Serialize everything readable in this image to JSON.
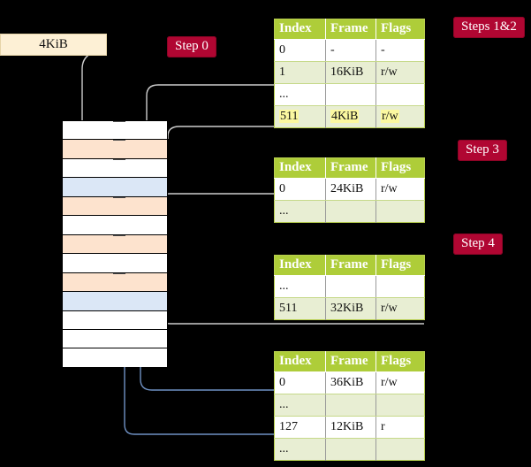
{
  "diagram": {
    "title_hidden": "",
    "source_label": "4KiB",
    "steps": [
      {
        "id": "step0",
        "label": "Step 0"
      },
      {
        "id": "steps12",
        "label": "Steps 1&2"
      },
      {
        "id": "step3",
        "label": "Step 3"
      },
      {
        "id": "step4",
        "label": "Step 4"
      }
    ],
    "memory_rows": [
      {
        "color": "white",
        "tick": true
      },
      {
        "color": "orange",
        "tick": true
      },
      {
        "color": "white",
        "tick": true
      },
      {
        "color": "blue",
        "tick": false
      },
      {
        "color": "orange",
        "tick": true
      },
      {
        "color": "white",
        "tick": false
      },
      {
        "color": "orange",
        "tick": true
      },
      {
        "color": "white",
        "tick": false
      },
      {
        "color": "orange",
        "tick": true
      },
      {
        "color": "blue",
        "tick": false
      },
      {
        "color": "white",
        "tick": false
      },
      {
        "color": "white",
        "tick": false
      },
      {
        "color": "white",
        "tick": false
      }
    ],
    "tables": [
      {
        "id": "table-level4",
        "headers": [
          "Index",
          "Frame",
          "Flags"
        ],
        "rows": [
          {
            "cells": [
              "0",
              "-",
              "-"
            ],
            "alt": false,
            "highlight": false
          },
          {
            "cells": [
              "1",
              "16KiB",
              "r/w"
            ],
            "alt": true,
            "highlight": false
          },
          {
            "cells": [
              "...",
              "",
              ""
            ],
            "alt": false,
            "highlight": false
          },
          {
            "cells": [
              "511",
              "4KiB",
              "r/w"
            ],
            "alt": true,
            "highlight": true
          }
        ]
      },
      {
        "id": "table-level3",
        "headers": [
          "Index",
          "Frame",
          "Flags"
        ],
        "rows": [
          {
            "cells": [
              "0",
              "24KiB",
              "r/w"
            ],
            "alt": false,
            "highlight": false
          },
          {
            "cells": [
              "...",
              "",
              ""
            ],
            "alt": true,
            "highlight": false
          }
        ]
      },
      {
        "id": "table-level2",
        "headers": [
          "Index",
          "Frame",
          "Flags"
        ],
        "rows": [
          {
            "cells": [
              "...",
              "",
              ""
            ],
            "alt": false,
            "highlight": false
          },
          {
            "cells": [
              "511",
              "32KiB",
              "r/w"
            ],
            "alt": true,
            "highlight": false
          }
        ]
      },
      {
        "id": "table-level1",
        "headers": [
          "Index",
          "Frame",
          "Flags"
        ],
        "rows": [
          {
            "cells": [
              "0",
              "36KiB",
              "r/w"
            ],
            "alt": false,
            "highlight": false
          },
          {
            "cells": [
              "...",
              "",
              ""
            ],
            "alt": true,
            "highlight": false
          },
          {
            "cells": [
              "127",
              "12KiB",
              "r"
            ],
            "alt": false,
            "highlight": false
          },
          {
            "cells": [
              "...",
              "",
              ""
            ],
            "alt": true,
            "highlight": false
          }
        ]
      }
    ],
    "colors": {
      "background": "#000000",
      "badge": "#b00632",
      "table_header": "#aecd39",
      "table_alt_row": "#e8eed3",
      "highlight": "#fbf8a0",
      "source_box": "#fdf0d5",
      "mem_orange": "#fde3ce",
      "mem_blue": "#dbe7f6",
      "wire_gray": "#cdcdcd",
      "wire_blue": "#6f91c4"
    }
  }
}
